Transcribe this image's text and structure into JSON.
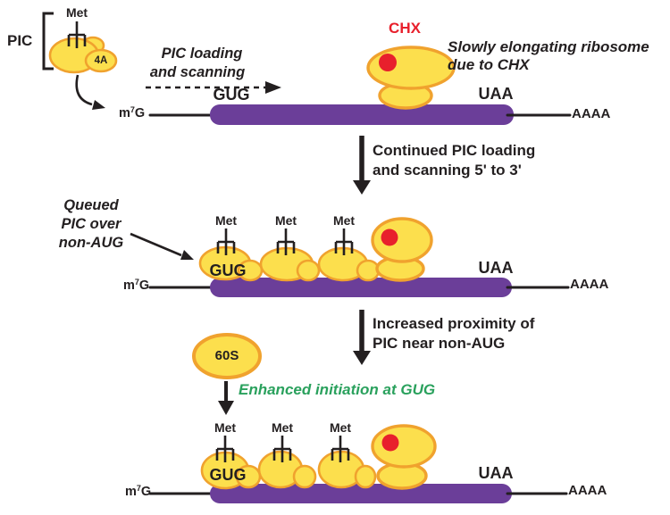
{
  "colors": {
    "purple": "#6B3E99",
    "yellow": "#FCDF4D",
    "orange": "#F0A22E",
    "red": "#E8202C",
    "green": "#2AA15D",
    "ink": "#231F20"
  },
  "labels": {
    "pic": "PIC",
    "met": "Met",
    "eif4a": "4A",
    "m7g_base": "m",
    "m7g_sup": "7",
    "m7g_tail": "G",
    "gug": "GUG",
    "uaa": "UAA",
    "polya": "AAAA",
    "chx": "CHX",
    "s60": "60S"
  },
  "annotations": {
    "loading_1": "PIC loading",
    "loading_2": "and scanning",
    "slow_1": "Slowly elongating ribosome",
    "slow_2": "due to CHX",
    "step1_1": "Continued PIC loading",
    "step1_2": "and scanning 5' to 3'",
    "queued_1": "Queued",
    "queued_2": "PIC over",
    "queued_3": "non-AUG",
    "step2_1": "Increased proximity of",
    "step2_2": "PIC near non-AUG",
    "enhanced": "Enhanced initiation at GUG"
  }
}
